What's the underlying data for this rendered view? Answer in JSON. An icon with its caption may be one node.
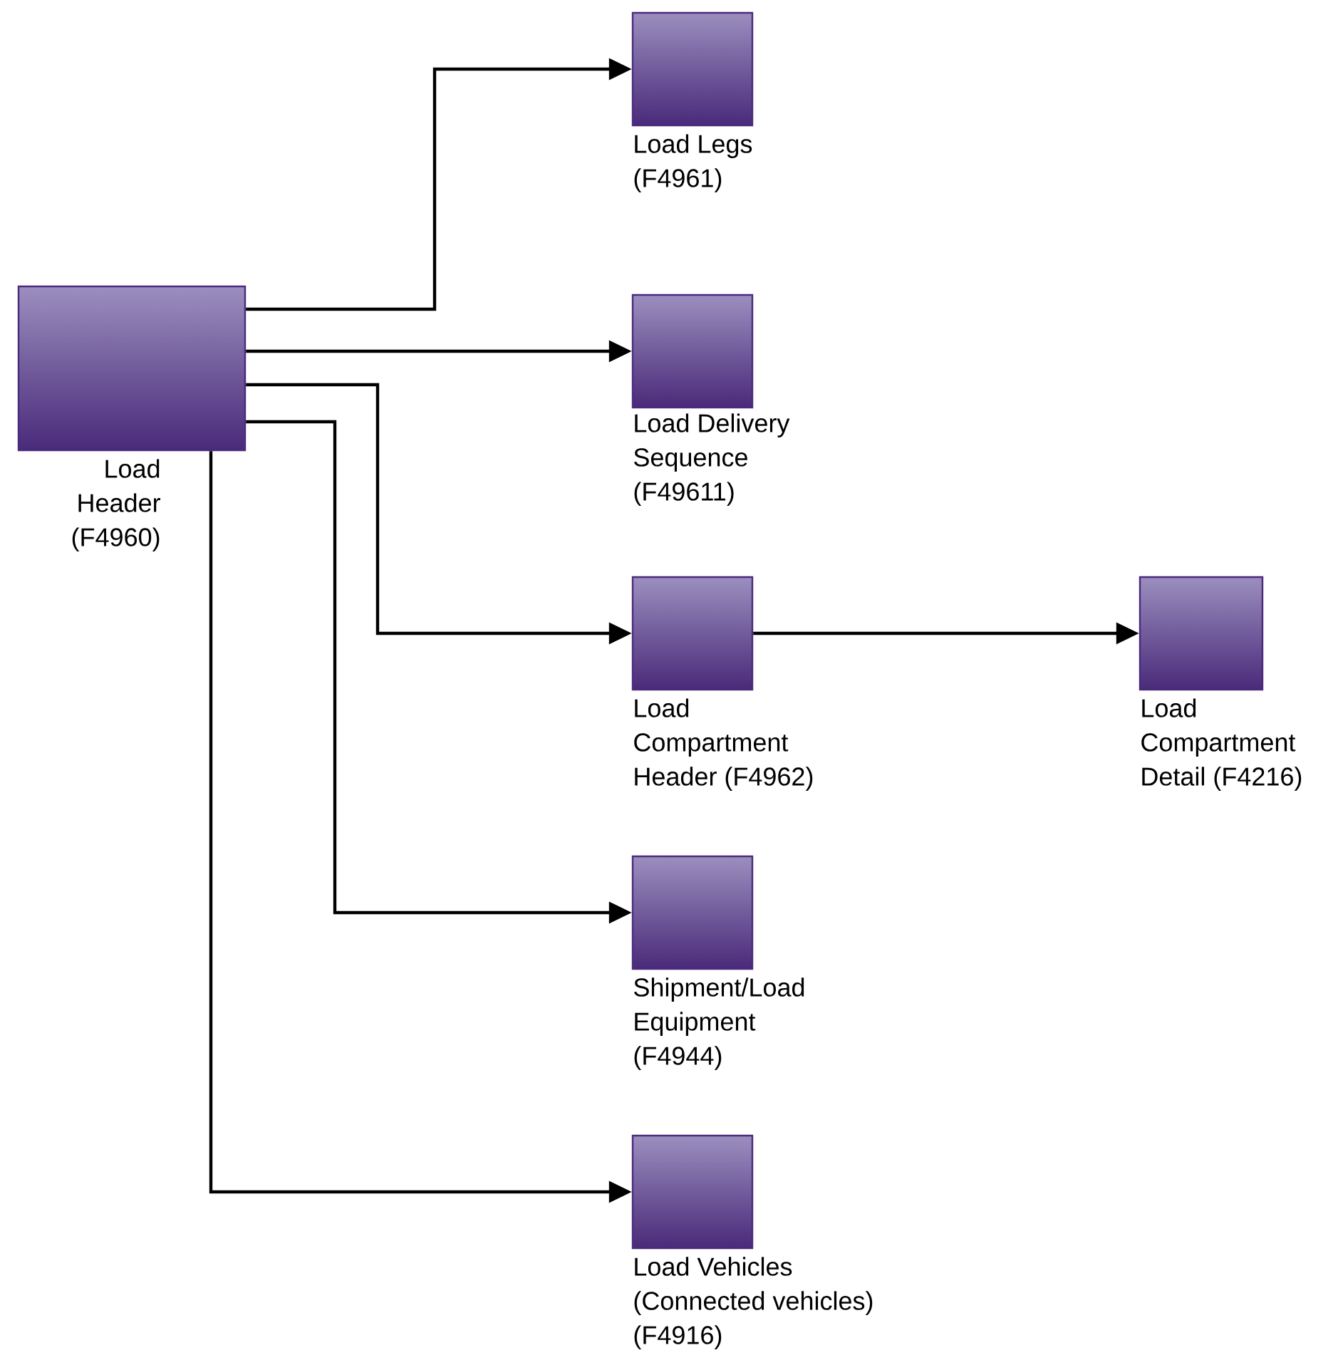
{
  "diagram": {
    "nodes": [
      {
        "text": [
          "Load Header (F4960)"
        ]
      },
      {
        "text": [
          "Load Legs (F4961)"
        ]
      },
      {
        "text": [
          "Load Delivery Sequence (F49611)"
        ]
      },
      {
        "text": [
          "Load Compartment Header (F4962)"
        ]
      },
      {
        "text": [
          "Load Compartment Detail (F4216)"
        ]
      },
      {
        "text": [
          "Shipment/Load Equipment (F4944)"
        ]
      },
      {
        "text": [
          "Load Vehicles (Connected vehicles) (F4916)"
        ]
      }
    ],
    "edges": [
      {
        "from": 0,
        "to": 1,
        "arrow": "to"
      },
      {
        "from": 0,
        "to": 2,
        "arrow": "to"
      },
      {
        "from": 0,
        "to": 3,
        "arrow": "to"
      },
      {
        "from": 0,
        "to": 5,
        "arrow": "to"
      },
      {
        "from": 0,
        "to": 6,
        "arrow": "to"
      },
      {
        "from": 3,
        "to": 4,
        "arrow": "to"
      }
    ]
  }
}
